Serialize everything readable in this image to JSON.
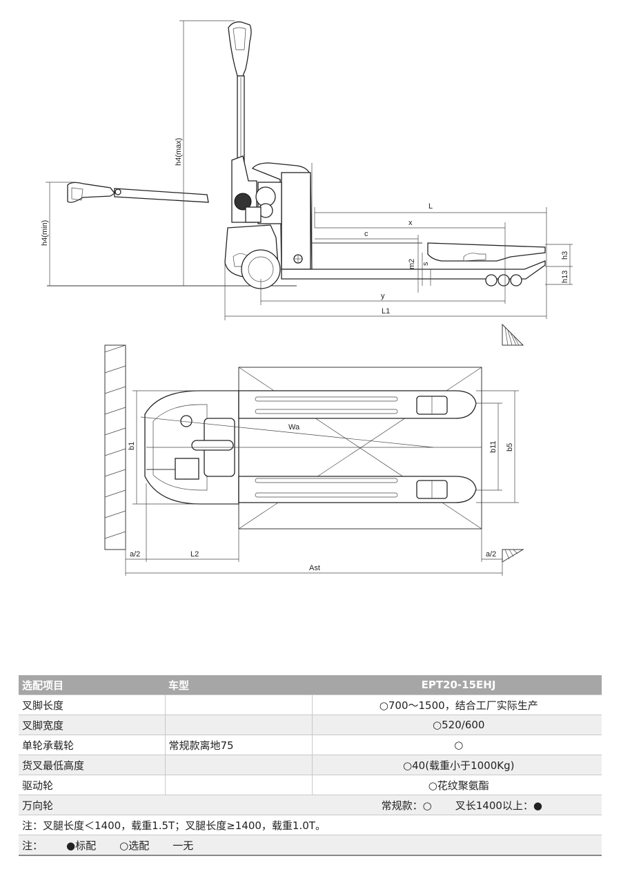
{
  "diagram": {
    "side_view_labels": {
      "h4_max": "h4(max)",
      "h4_min": "h4(min)",
      "L": "L",
      "x": "x",
      "c": "c",
      "m2": "m2",
      "s": "s",
      "h3": "h3",
      "h13": "h13",
      "y": "y",
      "L1": "L1"
    },
    "top_view_labels": {
      "Wa": "Wa",
      "b1": "b1",
      "b11": "b11",
      "b5": "b5",
      "a2_left": "a/2",
      "L2": "L2",
      "a2_right": "a/2",
      "Ast": "Ast"
    }
  },
  "table": {
    "header": [
      "选配项目",
      "车型",
      "EPT20-15EHJ"
    ],
    "rows": [
      {
        "item": "叉脚长度",
        "model": "",
        "value": "○700～1500，结合工厂实际生产"
      },
      {
        "item": "叉脚宽度",
        "model": "",
        "value": "○520/600"
      },
      {
        "item": "单轮承载轮",
        "model": "常规款离地75",
        "value": "○"
      },
      {
        "item": "货叉最低高度",
        "model": "",
        "value": "○40(载重小于1000Kg)"
      },
      {
        "item": "驱动轮",
        "model": "",
        "value": "○花纹聚氨酯"
      }
    ],
    "caster_row": {
      "item": "万向轮",
      "standard": "常规款：○",
      "long": "叉长1400以上：●"
    },
    "note1": "注：叉腿长度＜1400，载重1.5T；叉腿长度≥1400，载重1.0T。",
    "legend": {
      "prefix": "注：",
      "standard": "●标配",
      "optional": "○选配",
      "none": "一无"
    }
  }
}
